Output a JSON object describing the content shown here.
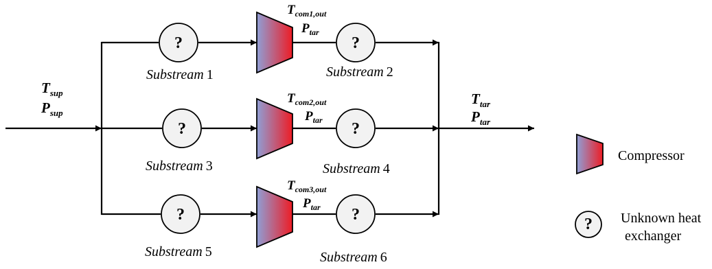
{
  "inlet": {
    "T": "T",
    "T_sub": "sup",
    "P": "P",
    "P_sub": "sup"
  },
  "outlet": {
    "T": "T",
    "T_sub": "tar",
    "P": "P",
    "P_sub": "tar"
  },
  "unknown_symbol": "?",
  "branches": [
    {
      "comp_T": "T",
      "comp_T_sub": "com1,out",
      "comp_P": "P",
      "comp_P_sub": "tar",
      "left_label": "Substream",
      "left_num": "1",
      "right_label": "Substream",
      "right_num": "2"
    },
    {
      "comp_T": "T",
      "comp_T_sub": "com2,out",
      "comp_P": "P",
      "comp_P_sub": "tar",
      "left_label": "Substream",
      "left_num": "3",
      "right_label": "Substream",
      "right_num": "4"
    },
    {
      "comp_T": "T",
      "comp_T_sub": "com3,out",
      "comp_P": "P",
      "comp_P_sub": "tar",
      "left_label": "Substream",
      "left_num": "5",
      "right_label": "Substream",
      "right_num": "6"
    }
  ],
  "legend": {
    "compressor": "Compressor",
    "hx_line1": "Unknown heat",
    "hx_line2": "exchanger"
  },
  "colors": {
    "compressor_left": "#8f9fd6",
    "compressor_right": "#ee1c24",
    "hx_fill": "#f2f2f2"
  }
}
